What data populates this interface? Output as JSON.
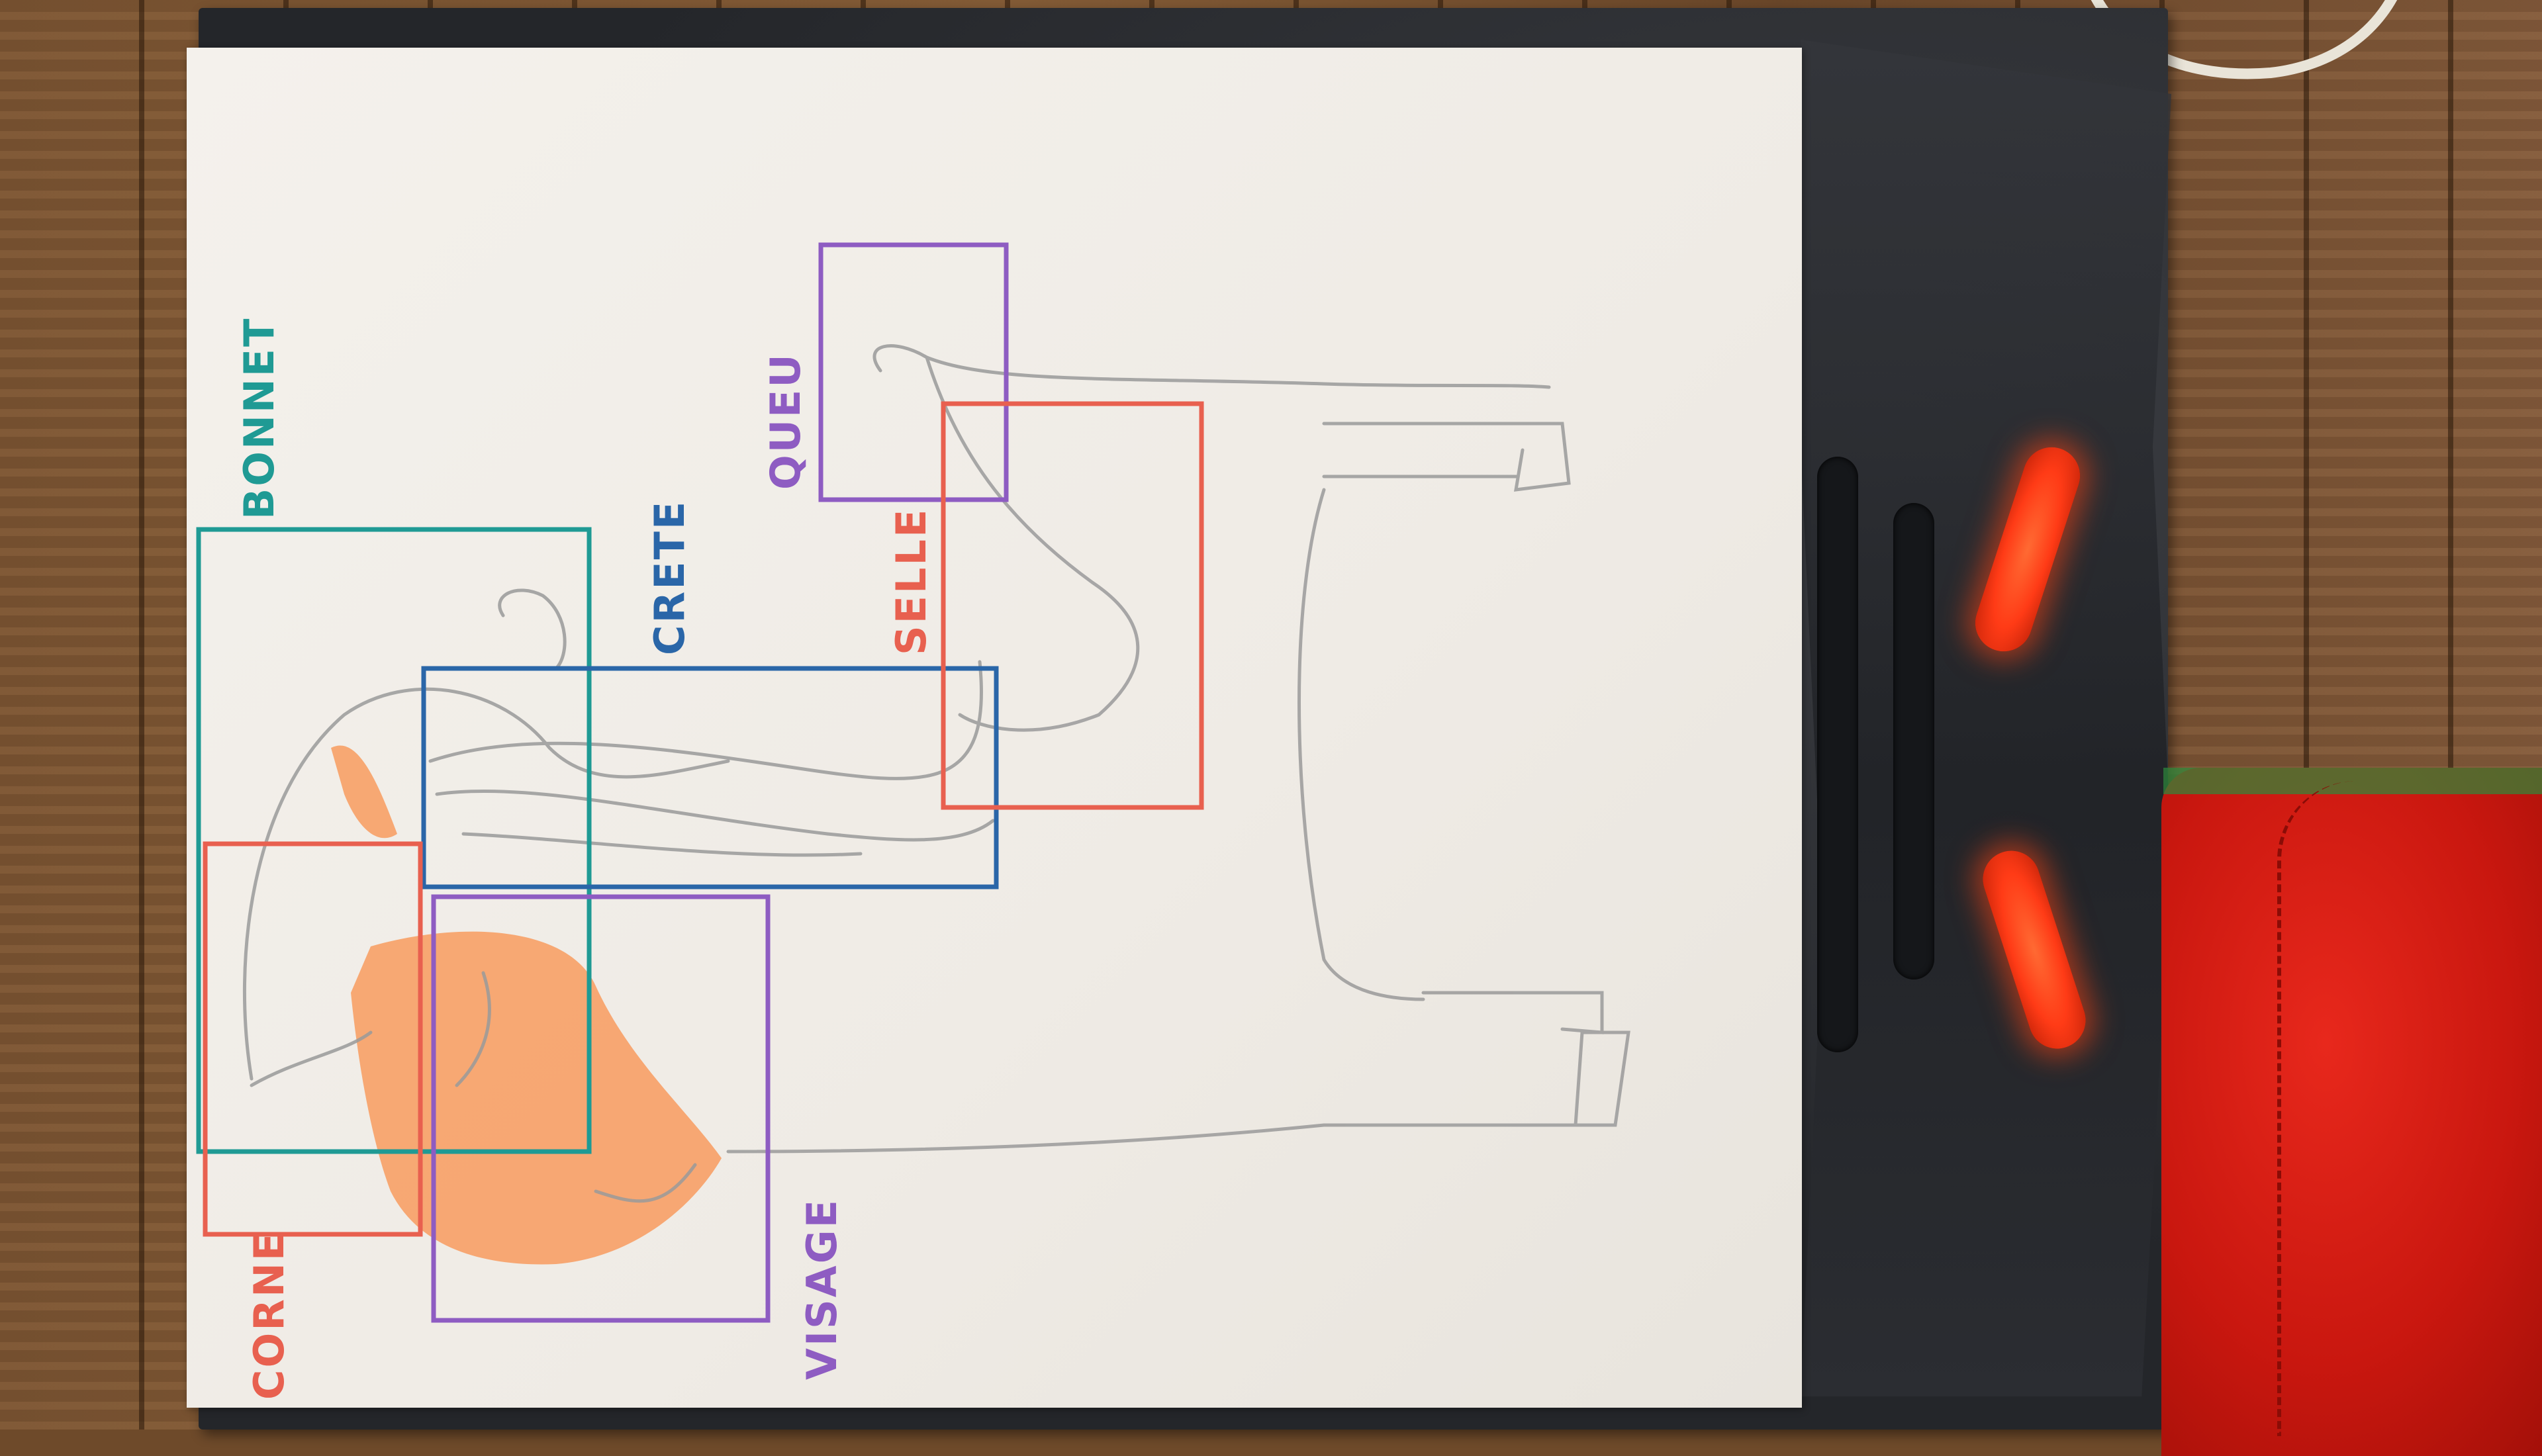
{
  "labels": {
    "bonnet": "BONNET",
    "crete": "CRETE",
    "queu": "QUEU",
    "selle": "SELLE",
    "corne": "CORNE",
    "visage": "VISAGE"
  },
  "colors": {
    "teal": "#1f9a94",
    "blue": "#2a66a8",
    "purple": "#8e5cc2",
    "salmon": "#e8604f",
    "orange_fill": "#f7a066",
    "pencil": "#9a9a9a"
  }
}
